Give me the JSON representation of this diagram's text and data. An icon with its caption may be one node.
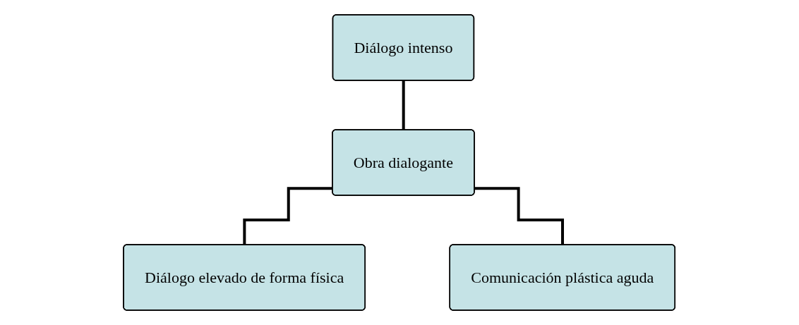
{
  "diagram": {
    "nodes": [
      {
        "text": [
          "Diálogo intenso"
        ]
      },
      {
        "text": [
          "Obra dialogante"
        ]
      },
      {
        "text": [
          "Diálogo elevado de forma física"
        ]
      },
      {
        "text": [
          "Comunicación plástica aguda"
        ]
      }
    ],
    "edges": [
      {
        "from": 0,
        "to": 1,
        "arrow": "none"
      },
      {
        "from": 1,
        "to": 2,
        "arrow": "none"
      },
      {
        "from": 1,
        "to": 3,
        "arrow": "none"
      }
    ]
  }
}
